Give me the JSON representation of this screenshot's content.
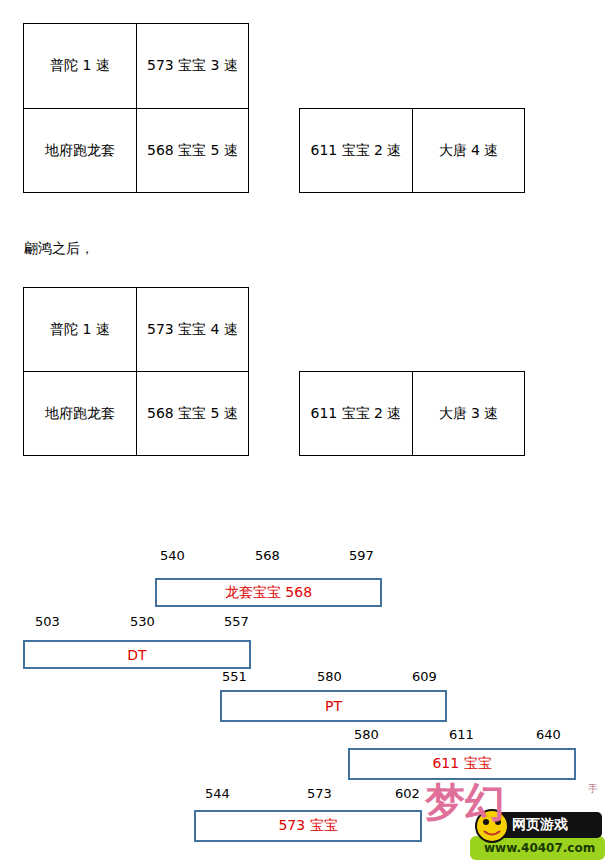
{
  "diagram": {
    "nodes": [
      {
        "text": [
          "普陀 1 速"
        ]
      },
      {
        "text": [
          "573 宝宝 3 速"
        ]
      },
      {
        "text": [
          "地府跑龙套"
        ]
      },
      {
        "text": [
          "568 宝宝 5 速"
        ]
      },
      {
        "text": [
          "611 宝宝 2 速"
        ]
      },
      {
        "text": [
          "大唐 4 速"
        ]
      },
      {
        "text": [
          "普陀 1 速"
        ]
      },
      {
        "text": [
          "573 宝宝 4 速"
        ]
      },
      {
        "text": [
          "地府跑龙套"
        ]
      },
      {
        "text": [
          "568 宝宝 5 速"
        ]
      },
      {
        "text": [
          "611 宝宝 2 速"
        ]
      },
      {
        "text": [
          "大唐 3 速"
        ]
      },
      {
        "text": [
          "龙套宝宝 568"
        ]
      },
      {
        "text": [
          "DT"
        ]
      },
      {
        "text": [
          "PT"
        ]
      },
      {
        "text": [
          "611 宝宝"
        ]
      },
      {
        "text": [
          "573 宝宝"
        ]
      }
    ],
    "labels": [
      "翩鸿之后，",
      "540",
      "568",
      "597",
      "503",
      "530",
      "557",
      "551",
      "580",
      "609",
      "580",
      "611",
      "640",
      "544",
      "573",
      "602",
      "梦幻",
      "手",
      "网页游戏",
      "www.40407.com"
    ]
  }
}
